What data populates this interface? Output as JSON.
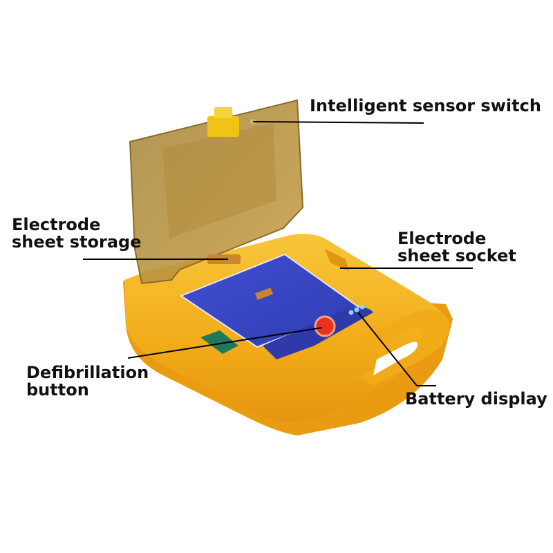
{
  "callouts": {
    "sensor": {
      "lines": [
        "Intelligent sensor switch"
      ]
    },
    "storage": {
      "lines": [
        "Electrode",
        "sheet storage"
      ]
    },
    "socket": {
      "lines": [
        "Electrode",
        "sheet socket"
      ]
    },
    "defib": {
      "lines": [
        "Defibrillation",
        "button"
      ]
    },
    "battery": {
      "lines": [
        "Battery display"
      ]
    }
  },
  "colors": {
    "case": "#f5b21e",
    "case_shadow": "#d98e0c",
    "lid": "#b89440",
    "panel": "#3b48c8",
    "control_strip": "#2d3aa8",
    "button": "#e8321e",
    "leader": "#000000"
  }
}
